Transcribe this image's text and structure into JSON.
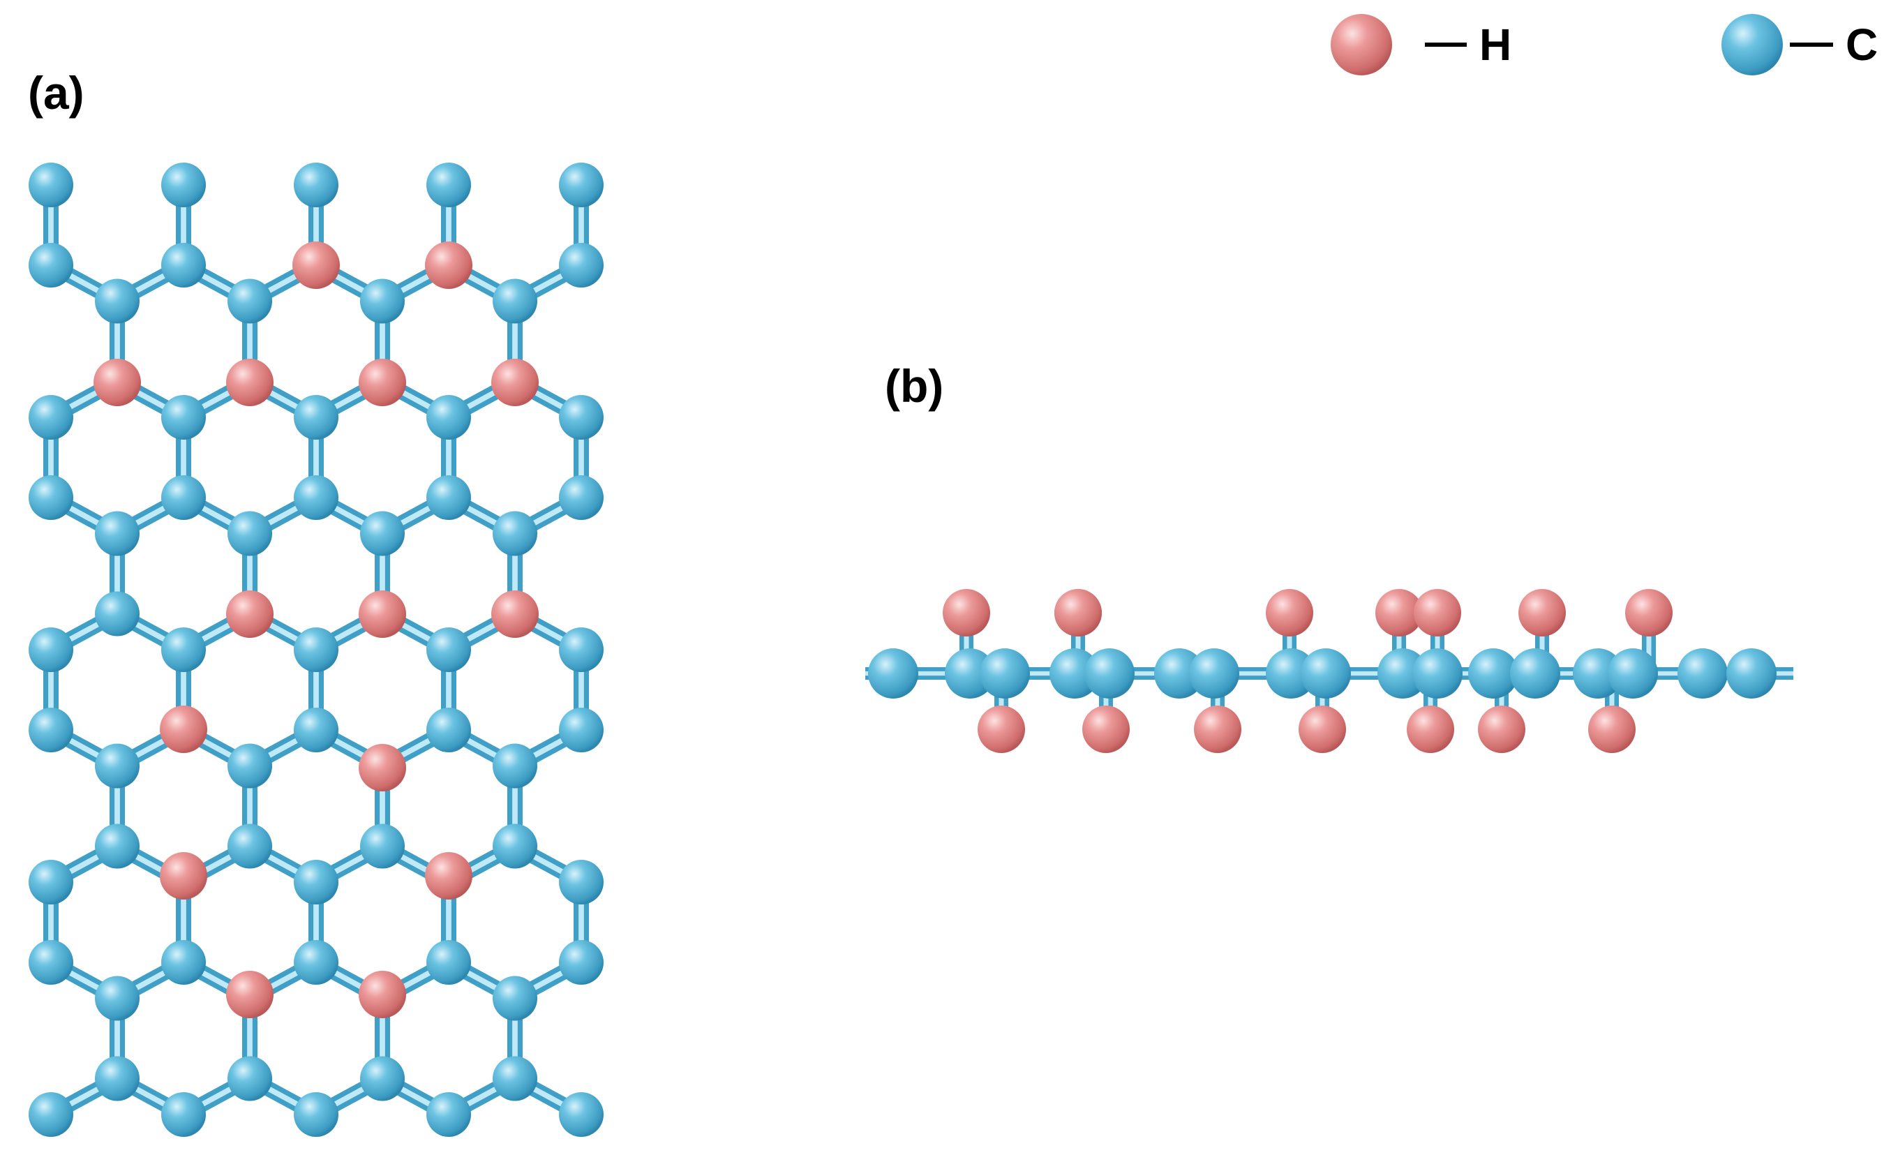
{
  "panels": {
    "a": {
      "label": "(a)"
    },
    "b": {
      "label": "(b)"
    }
  },
  "legend": [
    {
      "element": "H",
      "label": "H",
      "color": "#e58a8a"
    },
    {
      "element": "C",
      "label": "C",
      "color": "#5ab8d8"
    }
  ],
  "colors": {
    "carbon": "#5ab8d8",
    "carbon_highlight": "#bfe8f6",
    "carbon_dark": "#2f8fb3",
    "hydrogen": "#e58a8a",
    "hydrogen_highlight": "#fbd5d5",
    "hydrogen_dark": "#c25c5c",
    "bond": "#78cbe6"
  }
}
